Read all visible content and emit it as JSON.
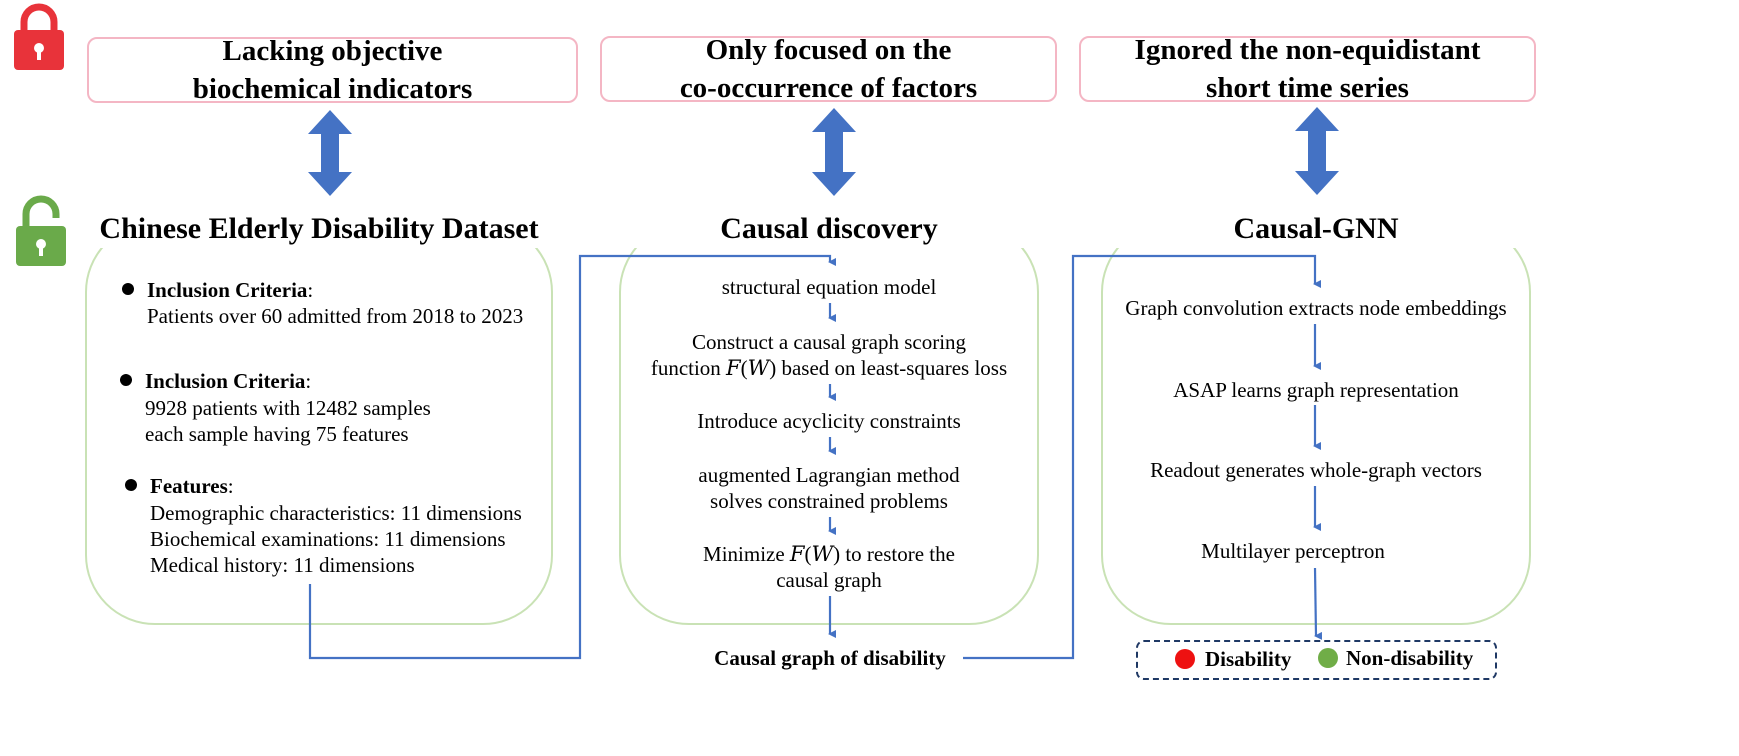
{
  "problems": [
    {
      "text": "Lacking objective\nbiochemical indicators"
    },
    {
      "text": "Only focused on the\nco-occurrence of factors"
    },
    {
      "text": "Ignored the non-equidistant\nshort time series"
    }
  ],
  "sections": {
    "dataset": {
      "title": "Chinese Elderly Disability Dataset",
      "items": [
        {
          "label": "Inclusion Criteria",
          "colon": ":",
          "lines": [
            "Patients over 60 admitted  from 2018 to 2023"
          ]
        },
        {
          "label": "Inclusion Criteria",
          "colon": ":",
          "lines": [
            "9928 patients with 12482 samples",
            "each sample having 75 features"
          ]
        },
        {
          "label": "Features",
          "colon": ":",
          "lines": [
            "Demographic characteristics: 11 dimensions",
            "Biochemical examinations: 11 dimensions",
            "Medical history: 11 dimensions"
          ]
        }
      ]
    },
    "causal": {
      "title": "Causal discovery",
      "steps": [
        "structural equation model",
        "Construct a causal graph scoring",
        "function 𝐹(𝑊) based on least-squares loss",
        "Introduce acyclicity constraints",
        "augmented Lagrangian method",
        "solves constrained problems",
        "Minimize 𝐹(𝑊) to restore the",
        "causal graph"
      ],
      "output": "Causal graph of disability"
    },
    "gnn": {
      "title": "Causal-GNN",
      "steps": [
        "Graph convolution extracts node embeddings",
        "ASAP learns graph representation",
        "Readout generates whole-graph vectors",
        "Multilayer perceptron"
      ]
    }
  },
  "legend": {
    "items": [
      {
        "label": "Disability",
        "color": "#ee1111"
      },
      {
        "label": "Non-disability",
        "color": "#70ad47"
      }
    ]
  },
  "colors": {
    "lock_locked": "#e8333a",
    "lock_unlocked": "#6aaa4a",
    "arrow": "#4472c4",
    "connector": "#4472c4",
    "problem_border": "#f4b6c4",
    "panel_border": "#c9e2b5"
  },
  "icons": [
    "locked-padlock-icon",
    "unlocked-padlock-icon",
    "double-arrow-icon"
  ]
}
